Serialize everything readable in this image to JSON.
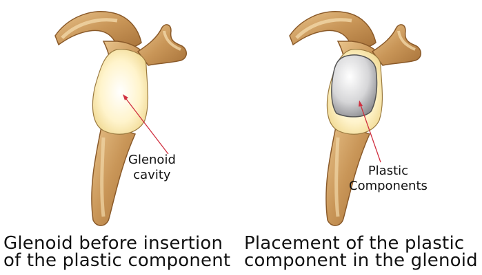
{
  "left_panel": {
    "label_line1": "Glenoid",
    "label_line2": "cavity",
    "caption_line1": "Glenoid before insertion",
    "caption_line2": "of the plastic component"
  },
  "right_panel": {
    "label_line1": "Plastic",
    "label_line2": "Components",
    "caption_line1": "Placement of the plastic",
    "caption_line2": "component in the glenoid"
  },
  "colors": {
    "bone": "#c9985a",
    "bone_light": "#f1d7a8",
    "glenoid": "#fff3c8",
    "plastic": "#d4d4d6",
    "arrow": "#d03040"
  }
}
